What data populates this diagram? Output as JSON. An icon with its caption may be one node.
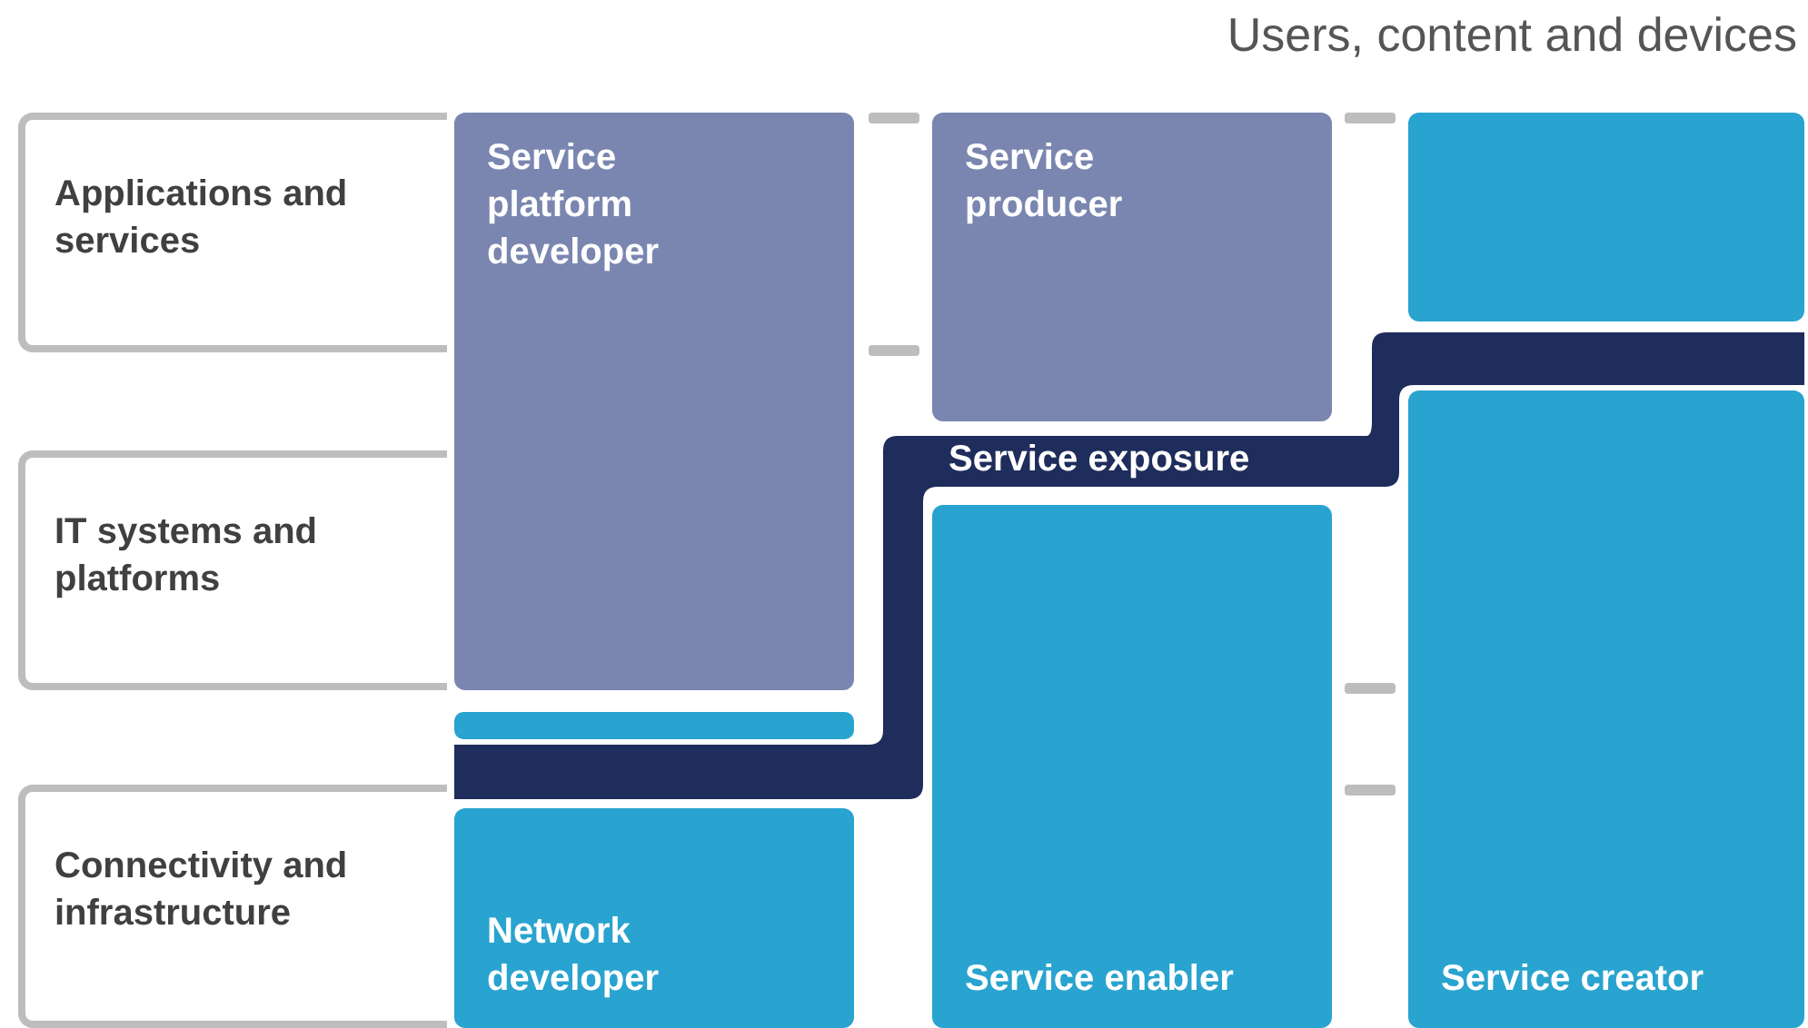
{
  "diagram": {
    "title": "Users, content and devices",
    "nodes": [
      {
        "text": [
          "Applications and services"
        ]
      },
      {
        "text": [
          "Service platform developer"
        ]
      },
      {
        "text": [
          "Service producer"
        ]
      },
      {
        "text": [],
        "shape": "box"
      },
      {
        "text": [
          "IT systems and platforms"
        ]
      },
      {
        "text": [
          "Service exposure"
        ]
      },
      {
        "text": [],
        "shape": "bar"
      },
      {
        "text": [
          "Connectivity and infrastructure"
        ]
      },
      {
        "text": [
          "Network developer"
        ]
      },
      {
        "text": [
          "Service enabler"
        ]
      },
      {
        "text": [
          "Service creator"
        ]
      }
    ],
    "edges": []
  }
}
